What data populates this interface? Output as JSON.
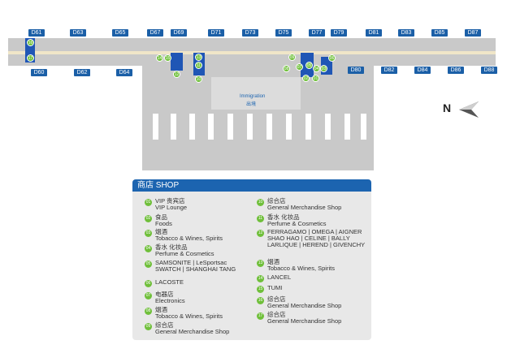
{
  "map": {
    "gates_top": [
      "D61",
      "D63",
      "D65",
      "D67",
      "D69",
      "D71",
      "D73",
      "D75",
      "D77",
      "D79",
      "D81",
      "D83",
      "D85",
      "D87"
    ],
    "gates_bottom": [
      "D60",
      "D62",
      "D64",
      "D80",
      "D82",
      "D84",
      "D86",
      "D88"
    ],
    "shop_markers": [
      "16",
      "17",
      "14",
      "15",
      "13",
      "12",
      "11",
      "10",
      "09",
      "08",
      "07",
      "06",
      "05",
      "04",
      "03",
      "02",
      "01"
    ],
    "immigration_label": "Immigration",
    "immigration_cn": "出境",
    "north_label": "N",
    "colors": {
      "gate": "#1b5fa7",
      "shop": "#6fbf3a",
      "terminal": "#c9c9c9",
      "header": "#1c64b0"
    }
  },
  "legend": {
    "title": "商店 SHOP",
    "items_left": [
      {
        "num": "01",
        "cn": "VIP 贵宾店",
        "en": "VIP Lounge"
      },
      {
        "num": "02",
        "cn": "食品",
        "en": "Foods"
      },
      {
        "num": "03",
        "cn": "烟酒",
        "en": "Tobacco & Wines, Spirits"
      },
      {
        "num": "04",
        "cn": "香水 化妆品",
        "en": "Perfume & Cosmetics"
      },
      {
        "num": "05",
        "cn": "SAMSONITE | LeSportsac",
        "en": "SWATCH | SHANGHAI TANG"
      },
      {
        "num": "06",
        "cn": "LACOSTE",
        "en": ""
      },
      {
        "num": "07",
        "cn": "电器店",
        "en": "Electronics"
      },
      {
        "num": "08",
        "cn": "烟酒",
        "en": "Tobacco & Wines, Spirits"
      },
      {
        "num": "09",
        "cn": "综合店",
        "en": "General Merchandise Shop"
      }
    ],
    "items_right": [
      {
        "num": "10",
        "cn": "综合店",
        "en": "General Merchandise Shop"
      },
      {
        "num": "11",
        "cn": "香水 化妆品",
        "en": "Perfume & Cosmetics"
      },
      {
        "num": "12",
        "cn": "FERRAGAMO | OMEGA | AIGNER",
        "en": "SHAO HAO | CELINE | BALLY",
        "en2": "LARLIQUE | HEREND | GIVENCHY"
      },
      {
        "num": "13",
        "cn": "烟酒",
        "en": "Tobacco & Wines, Spirits"
      },
      {
        "num": "14",
        "cn": "LANCEL",
        "en": ""
      },
      {
        "num": "15",
        "cn": "TUMI",
        "en": ""
      },
      {
        "num": "16",
        "cn": "综合店",
        "en": "General Merchandise Shop"
      },
      {
        "num": "17",
        "cn": "综合店",
        "en": "General Merchandise Shop"
      }
    ]
  }
}
